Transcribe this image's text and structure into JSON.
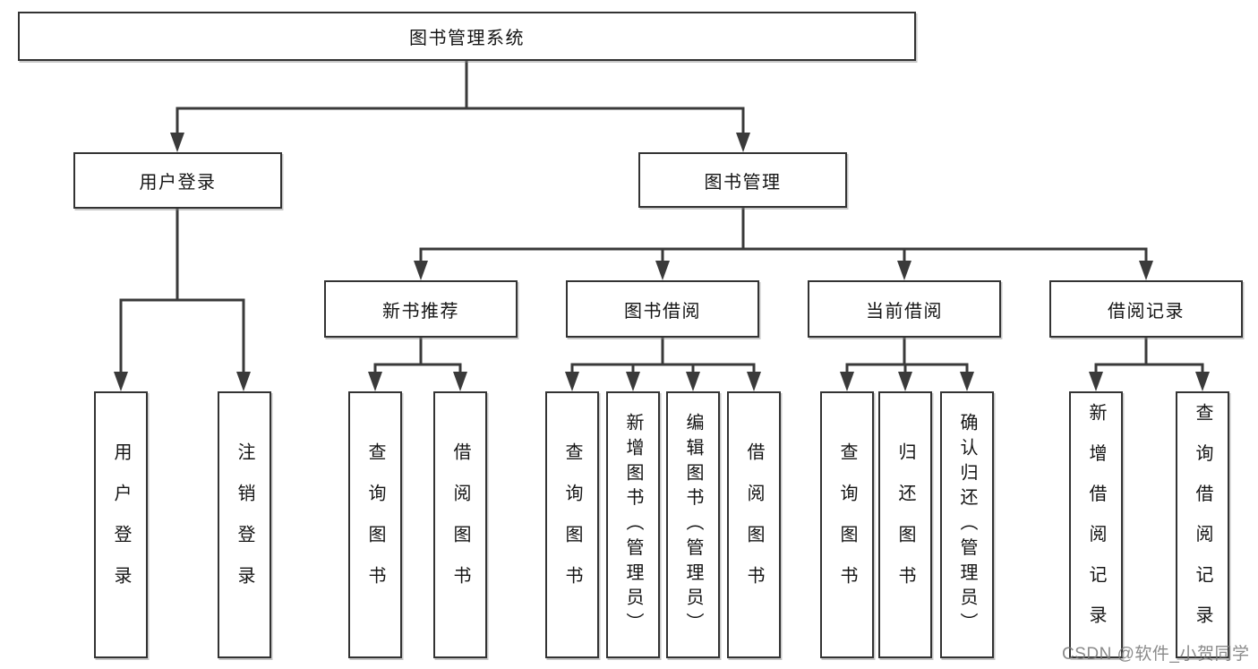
{
  "diagram": {
    "root": {
      "label": "图书管理系统"
    },
    "level2": [
      {
        "label": "用户登录"
      },
      {
        "label": "图书管理"
      }
    ],
    "level3": [
      {
        "label": "新书推荐"
      },
      {
        "label": "图书借阅"
      },
      {
        "label": "当前借阅"
      },
      {
        "label": "借阅记录"
      }
    ],
    "leaves": {
      "user_login": [
        "用户登录",
        "注销登录"
      ],
      "new_book_recommend": [
        "查询图书",
        "借阅图书"
      ],
      "book_borrow": [
        "查询图书",
        "新增图书（管理员）",
        "编辑图书（管理员）",
        "借阅图书"
      ],
      "current_borrow": [
        "查询图书",
        "归还图书",
        "确认归还（管理员）"
      ],
      "borrow_records": [
        "新增借阅记录",
        "查询借阅记录"
      ]
    }
  },
  "colors": {
    "line": "#3a3a3a",
    "box_border": "#333333",
    "box_fill": "#ffffff",
    "text": "#141414",
    "watermark": "#7a7a7a"
  },
  "watermark": {
    "text": "CSDN @软件_小贺同学"
  }
}
